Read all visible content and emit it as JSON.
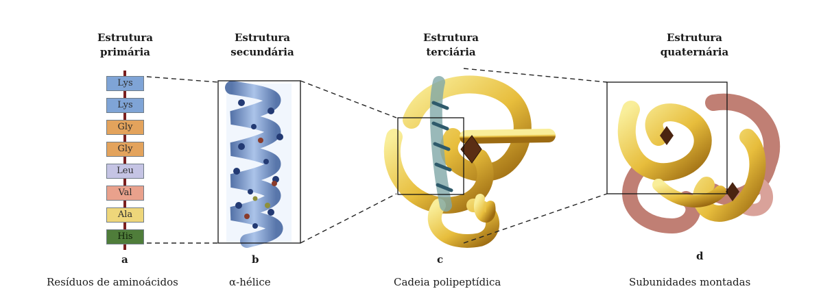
{
  "stages": [
    {
      "title_line1": "Estrutura",
      "title_line2": "primária",
      "letter": "a",
      "caption": "Resíduos de aminoácidos"
    },
    {
      "title_line1": "Estrutura",
      "title_line2": "secundária",
      "letter": "b",
      "caption": "α-hélice"
    },
    {
      "title_line1": "Estrutura",
      "title_line2": "terciária",
      "letter": "c",
      "caption": "Cadeia polipeptídica"
    },
    {
      "title_line1": "Estrutura",
      "title_line2": "quaternária",
      "letter": "d",
      "caption": "Subunidades montadas"
    }
  ],
  "residues": [
    {
      "label": "Lys",
      "color": "#7fa4d6"
    },
    {
      "label": "Lys",
      "color": "#7fa4d6"
    },
    {
      "label": "Gly",
      "color": "#e3a35c"
    },
    {
      "label": "Gly",
      "color": "#e3a35c"
    },
    {
      "label": "Leu",
      "color": "#c5c4e4"
    },
    {
      "label": "Val",
      "color": "#e9a18c"
    },
    {
      "label": "Ala",
      "color": "#eed67a"
    },
    {
      "label": "His",
      "color": "#4f7d3a"
    }
  ]
}
